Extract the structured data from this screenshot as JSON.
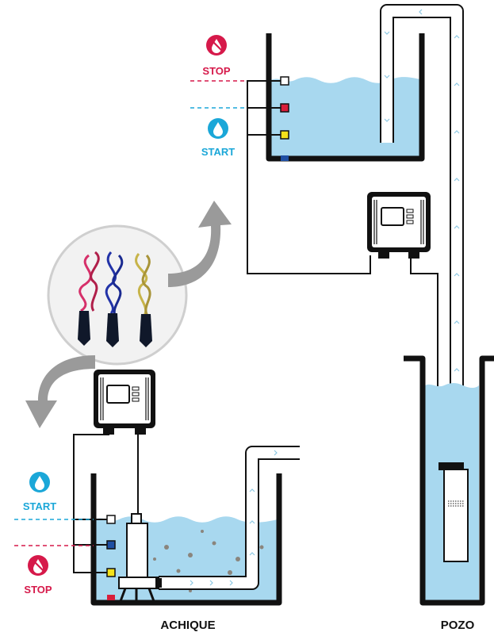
{
  "labels": {
    "top_stop": "STOP",
    "top_start": "START",
    "bottom_start": "START",
    "bottom_stop": "STOP",
    "achique": "ACHIQUE",
    "pozo": "POZO"
  },
  "icons": {
    "stop": "no-water-drop-icon",
    "start": "water-drop-icon",
    "cycle_arrows": "curved-arrow-icon",
    "controller": "level-controller-icon",
    "probes": "level-probe-cables-icon",
    "pump": "submersible-pump-icon"
  },
  "colors": {
    "water": "#a8d8ef",
    "stop_red": "#d6194a",
    "start_blue": "#1ba7d8",
    "wall": "#111111",
    "probe_white": "#ffffff",
    "probe_red": "#d81e3a",
    "probe_yellow": "#f4e21a",
    "probe_blue": "#1f4fa3",
    "arrow_gray": "#9a9a9a"
  }
}
